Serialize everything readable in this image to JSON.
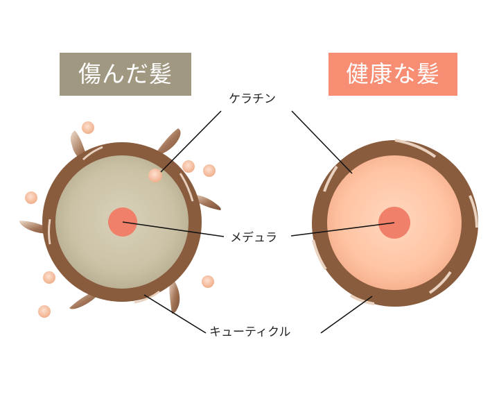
{
  "titles": {
    "damaged": "傷んだ髪",
    "healthy": "健康な髪"
  },
  "labels": {
    "keratin": "ケラチン",
    "medulla": "メデュラ",
    "cuticle": "キューティクル"
  },
  "colors": {
    "damaged_title_bg": "#a09881",
    "healthy_title_bg": "#f78d73",
    "cuticle_brown": "#8a5c3e",
    "cuticle_highlight": "#e9d2bf",
    "damaged_cortex": "#c9c0a3",
    "healthy_cortex": "#ffc6a6",
    "medulla": "#f0806a",
    "particle": "#f7c3a5",
    "line": "#111111"
  }
}
